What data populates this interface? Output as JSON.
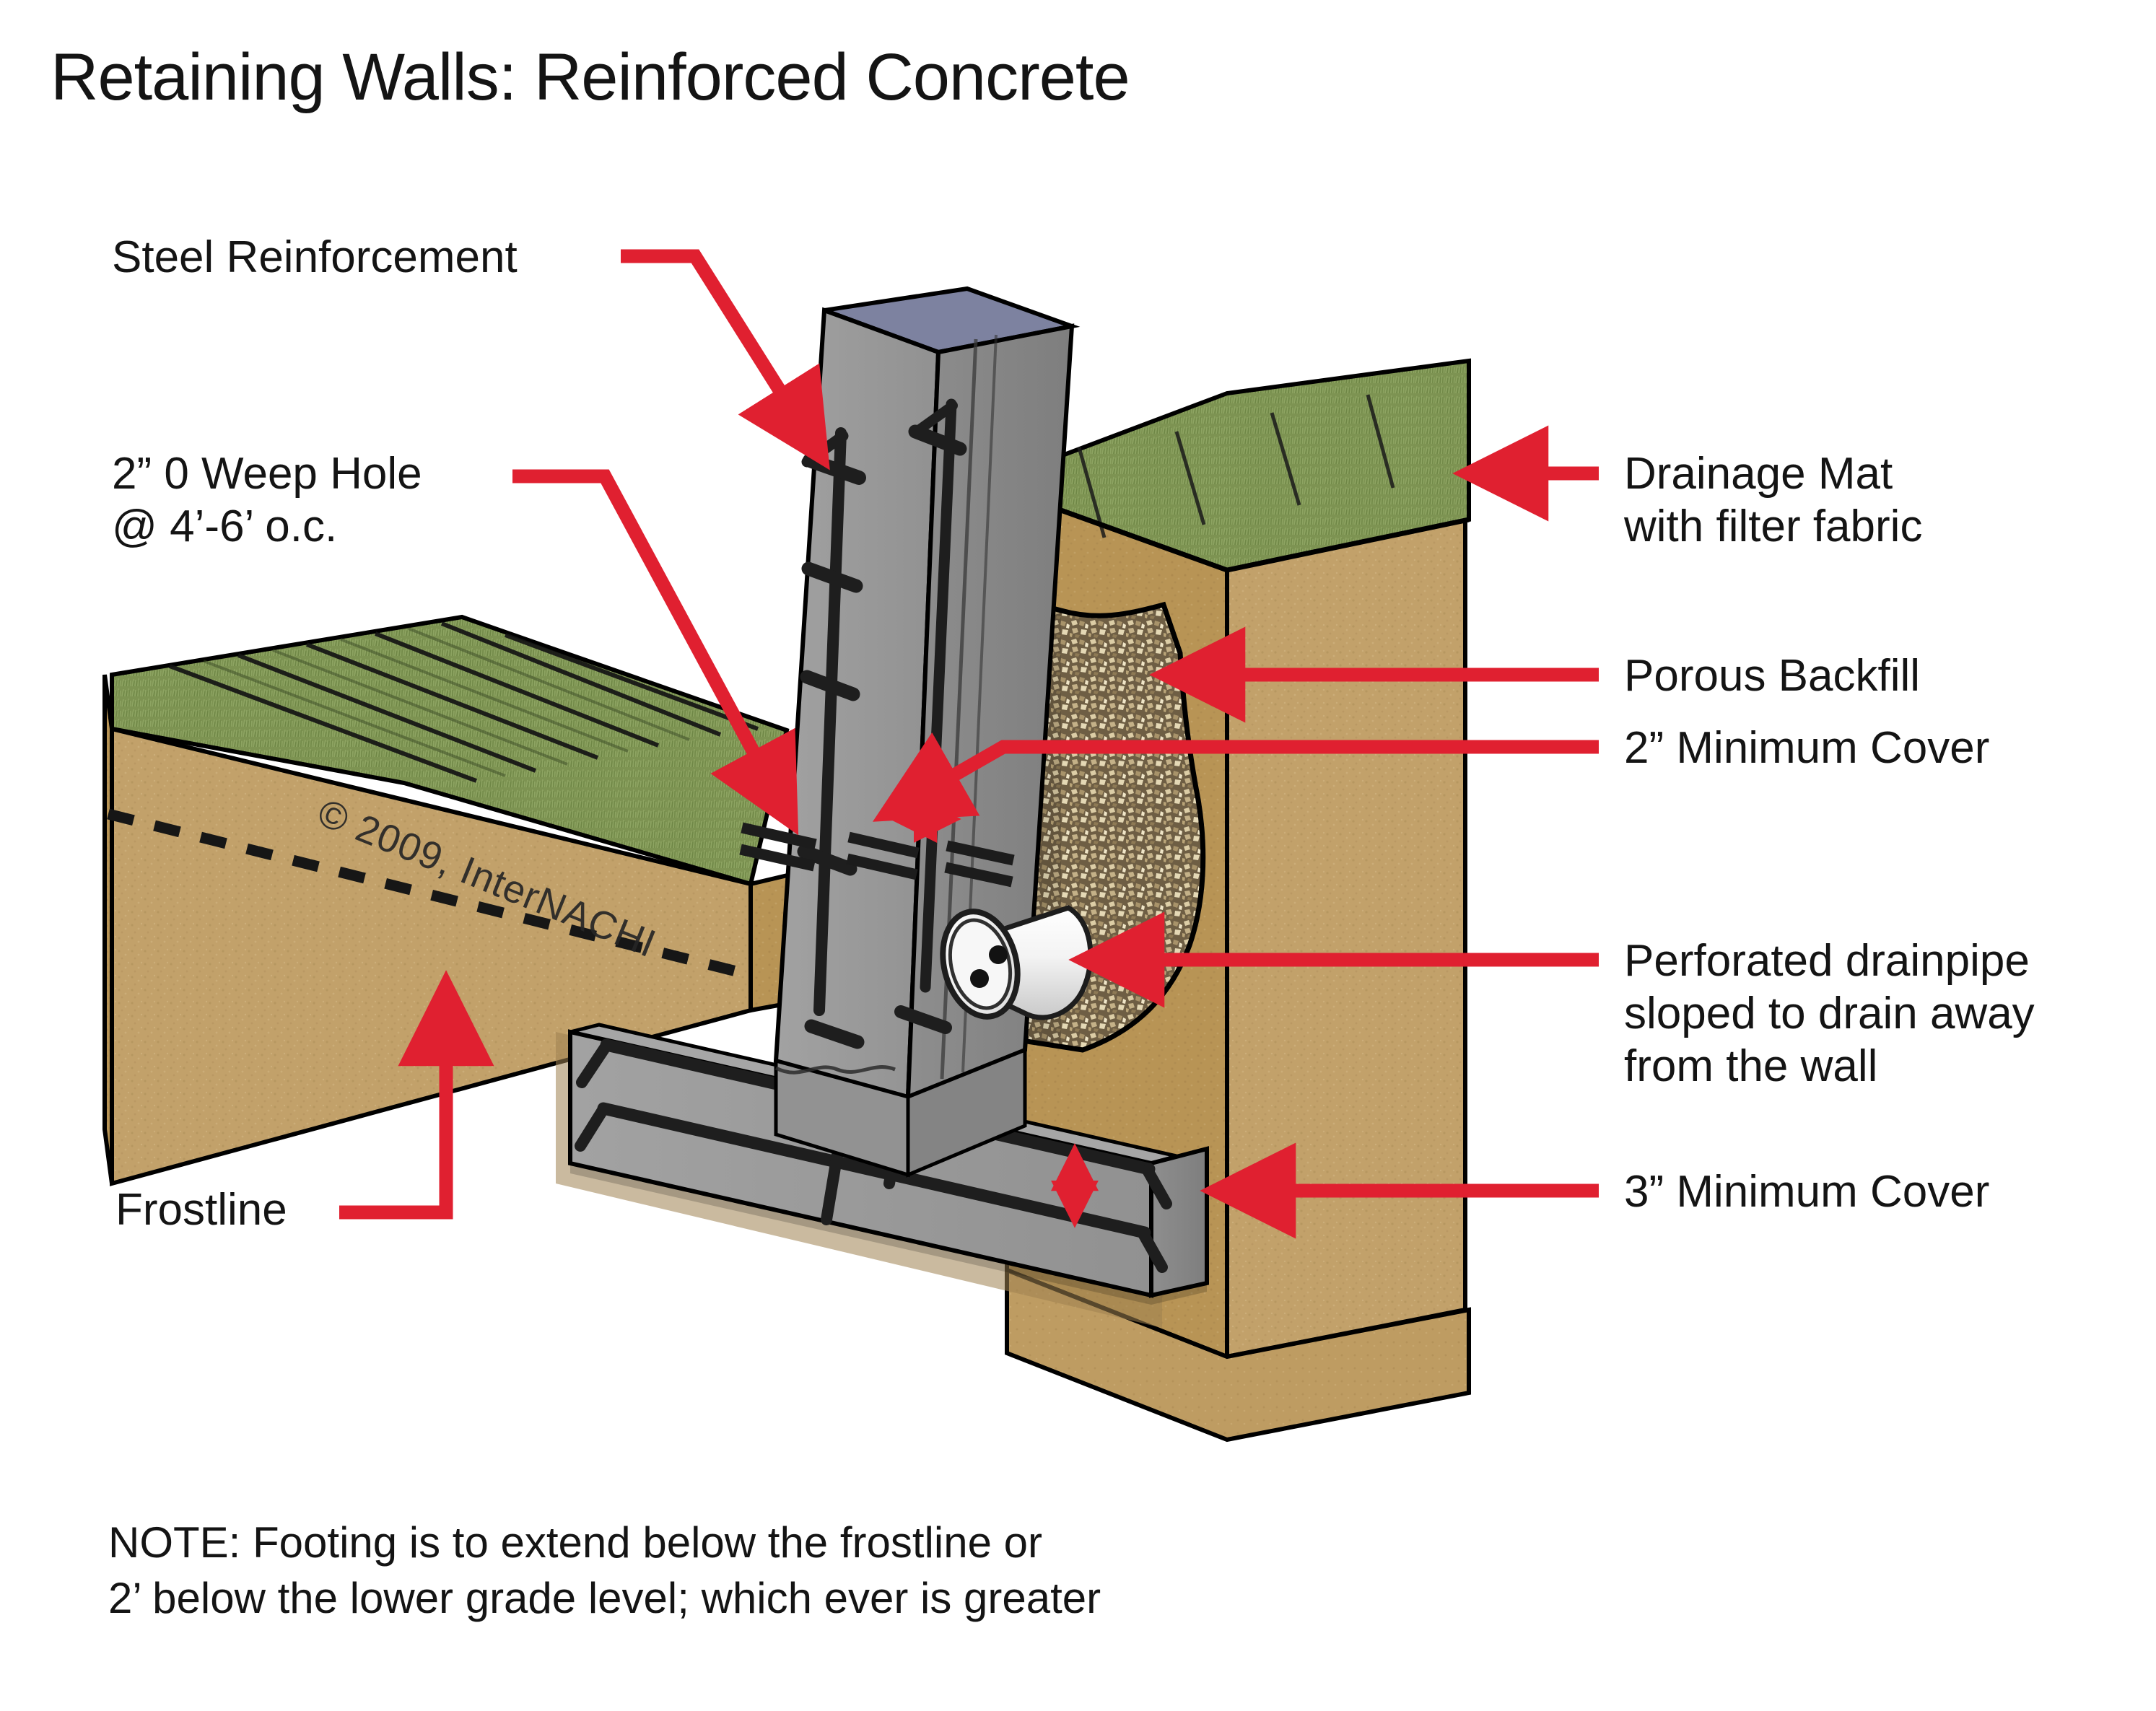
{
  "title": "Retaining Walls: Reinforced Concrete",
  "watermark": "© 2009, InterNACHI",
  "note": "NOTE: Footing is to extend below the frostline or\n2’ below the lower grade level; which ever is greater",
  "labels_left": [
    {
      "id": "steel-reinforcement",
      "text": "Steel Reinforcement"
    },
    {
      "id": "weep-hole",
      "text": "2” 0 Weep Hole\n@ 4’-6’ o.c."
    },
    {
      "id": "frostline",
      "text": "Frostline"
    }
  ],
  "labels_right": [
    {
      "id": "drainage-mat",
      "text": "Drainage Mat\nwith filter fabric"
    },
    {
      "id": "porous-backfill",
      "text": "Porous Backfill"
    },
    {
      "id": "cover-2in",
      "text": "2” Minimum Cover"
    },
    {
      "id": "perforated-drainpipe",
      "text": "Perforated drainpipe\nsloped to drain away\nfrom the wall"
    },
    {
      "id": "cover-3in",
      "text": " 3” Minimum Cover"
    }
  ],
  "colors": {
    "leader_red": "#E02030",
    "soil": "#C2A16A",
    "soil_shadow": "#B08F59",
    "grass": "#7A9050",
    "grass_light": "#8CA05E",
    "concrete_face": "#9A9A9A",
    "concrete_side": "#8A8A8A",
    "concrete_top": "#7A7F99",
    "rebar": "#1E1E1E",
    "gravel_dark": "#6B5B42",
    "gravel_light": "#D6C8A4",
    "pipe": "#F2F2F2",
    "outline": "#000000",
    "text": "#141414"
  },
  "scene_parts": [
    {
      "id": "left-soil-block",
      "name": "left soil block with grass"
    },
    {
      "id": "right-soil-block",
      "name": "right soil block with grass"
    },
    {
      "id": "concrete-stem-wall",
      "name": "reinforced concrete stem wall"
    },
    {
      "id": "concrete-footing",
      "name": "concrete footing"
    },
    {
      "id": "porous-backfill-gravel",
      "name": "porous gravel backfill"
    },
    {
      "id": "perforated-drainpipe",
      "name": "perforated drainpipe"
    },
    {
      "id": "frostline-dashed",
      "name": "dashed frostline"
    },
    {
      "id": "rebar-set",
      "name": "steel reinforcing bars"
    },
    {
      "id": "weep-hole-marks",
      "name": "weep hole"
    }
  ]
}
